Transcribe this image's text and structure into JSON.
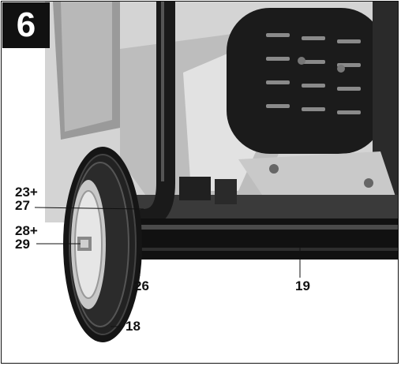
{
  "figure": {
    "step_number": "6",
    "callouts": [
      {
        "id": "c23",
        "label": "23+"
      },
      {
        "id": "c27",
        "label": "27"
      },
      {
        "id": "c28",
        "label": "28+"
      },
      {
        "id": "c29",
        "label": "29"
      },
      {
        "id": "c26",
        "label": "26"
      },
      {
        "id": "c19",
        "label": "19"
      },
      {
        "id": "c18",
        "label": "18"
      }
    ]
  }
}
